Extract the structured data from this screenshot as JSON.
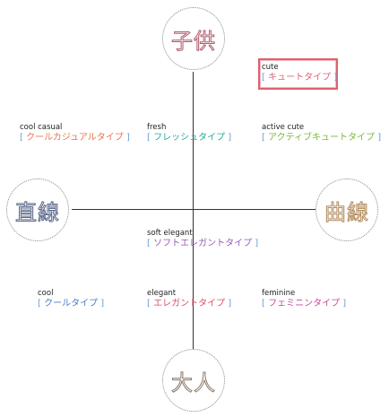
{
  "poles": {
    "top": "子供",
    "left": "直線",
    "right": "曲線",
    "bottom": "大人"
  },
  "types": [
    {
      "key": "cute",
      "en": "cute",
      "ja": "キュートタイプ",
      "color": "#e0607a"
    },
    {
      "key": "cool_casual",
      "en": "cool casual",
      "ja": "クールカジュアルタイプ",
      "color": "#e8744e"
    },
    {
      "key": "fresh",
      "en": "fresh",
      "ja": "フレッシュタイプ",
      "color": "#2aa89a"
    },
    {
      "key": "active_cute",
      "en": "active cute",
      "ja": "アクティブキュートタイプ",
      "color": "#7ab83a"
    },
    {
      "key": "soft_elegant",
      "en": "soft elegant",
      "ja": "ソフトエレガントタイプ",
      "color": "#9a5ab8"
    },
    {
      "key": "cool",
      "en": "cool",
      "ja": "クールタイプ",
      "color": "#4a7ac8"
    },
    {
      "key": "elegant",
      "en": "elegant",
      "ja": "エレガントタイプ",
      "color": "#d8506a"
    },
    {
      "key": "feminine",
      "en": "feminine",
      "ja": "フェミニンタイプ",
      "color": "#c84a9a"
    }
  ],
  "bracket_open": "[",
  "bracket_close": "]",
  "bracket_color": "#6aa0d8"
}
